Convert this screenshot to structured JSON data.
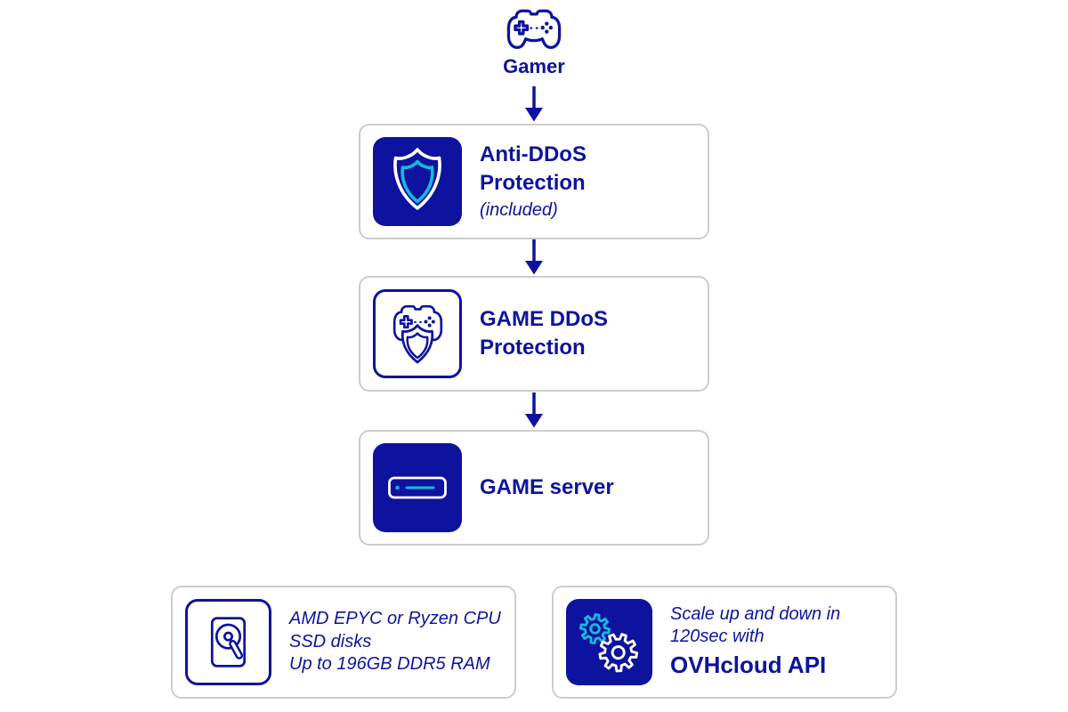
{
  "colors": {
    "navy": "#0D139E",
    "cyan": "#15B9DC",
    "card_border": "#CDCDCD"
  },
  "gamer": {
    "label": "Gamer",
    "icon": "gamepad-icon"
  },
  "flow": [
    {
      "name": "anti-ddos",
      "icon": "shield-icon",
      "title_line1": "Anti-DDoS",
      "title_line2": "Protection",
      "note": "(included)"
    },
    {
      "name": "game-ddos",
      "icon": "gamepad-shield-icon",
      "title_line1": "GAME DDoS",
      "title_line2": "Protection"
    },
    {
      "name": "game-server",
      "icon": "server-icon",
      "title": "GAME server"
    }
  ],
  "features": [
    {
      "name": "hardware",
      "icon": "hard-drive-icon",
      "line1": "AMD EPYC or Ryzen CPU",
      "line2": "SSD disks",
      "line3": "Up to 196GB DDR5 RAM"
    },
    {
      "name": "api",
      "icon": "gears-icon",
      "line1": "Scale up and down in",
      "line2": "120sec with",
      "emphasis": "OVHcloud API"
    }
  ]
}
